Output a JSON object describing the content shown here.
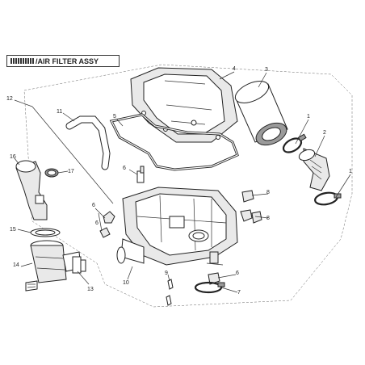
{
  "title": {
    "brand_logo": "brand-logo-icon",
    "text": "/AIR FILTER ASSY"
  },
  "callouts": [
    {
      "id": "c1a",
      "label": "1"
    },
    {
      "id": "c1b",
      "label": "1"
    },
    {
      "id": "c2",
      "label": "2"
    },
    {
      "id": "c3",
      "label": "3"
    },
    {
      "id": "c4",
      "label": "4"
    },
    {
      "id": "c5",
      "label": "5"
    },
    {
      "id": "c6a",
      "label": "6"
    },
    {
      "id": "c6b",
      "label": "6"
    },
    {
      "id": "c6c",
      "label": "6"
    },
    {
      "id": "c6d",
      "label": "6"
    },
    {
      "id": "c7",
      "label": "7"
    },
    {
      "id": "c8a",
      "label": "8"
    },
    {
      "id": "c8b",
      "label": "8"
    },
    {
      "id": "c9",
      "label": "9"
    },
    {
      "id": "c10",
      "label": "10"
    },
    {
      "id": "c11",
      "label": "11"
    },
    {
      "id": "c12",
      "label": "12"
    },
    {
      "id": "c13",
      "label": "13"
    },
    {
      "id": "c14",
      "label": "14"
    },
    {
      "id": "c15",
      "label": "15"
    },
    {
      "id": "c16",
      "label": "16"
    },
    {
      "id": "c17",
      "label": "17"
    }
  ]
}
